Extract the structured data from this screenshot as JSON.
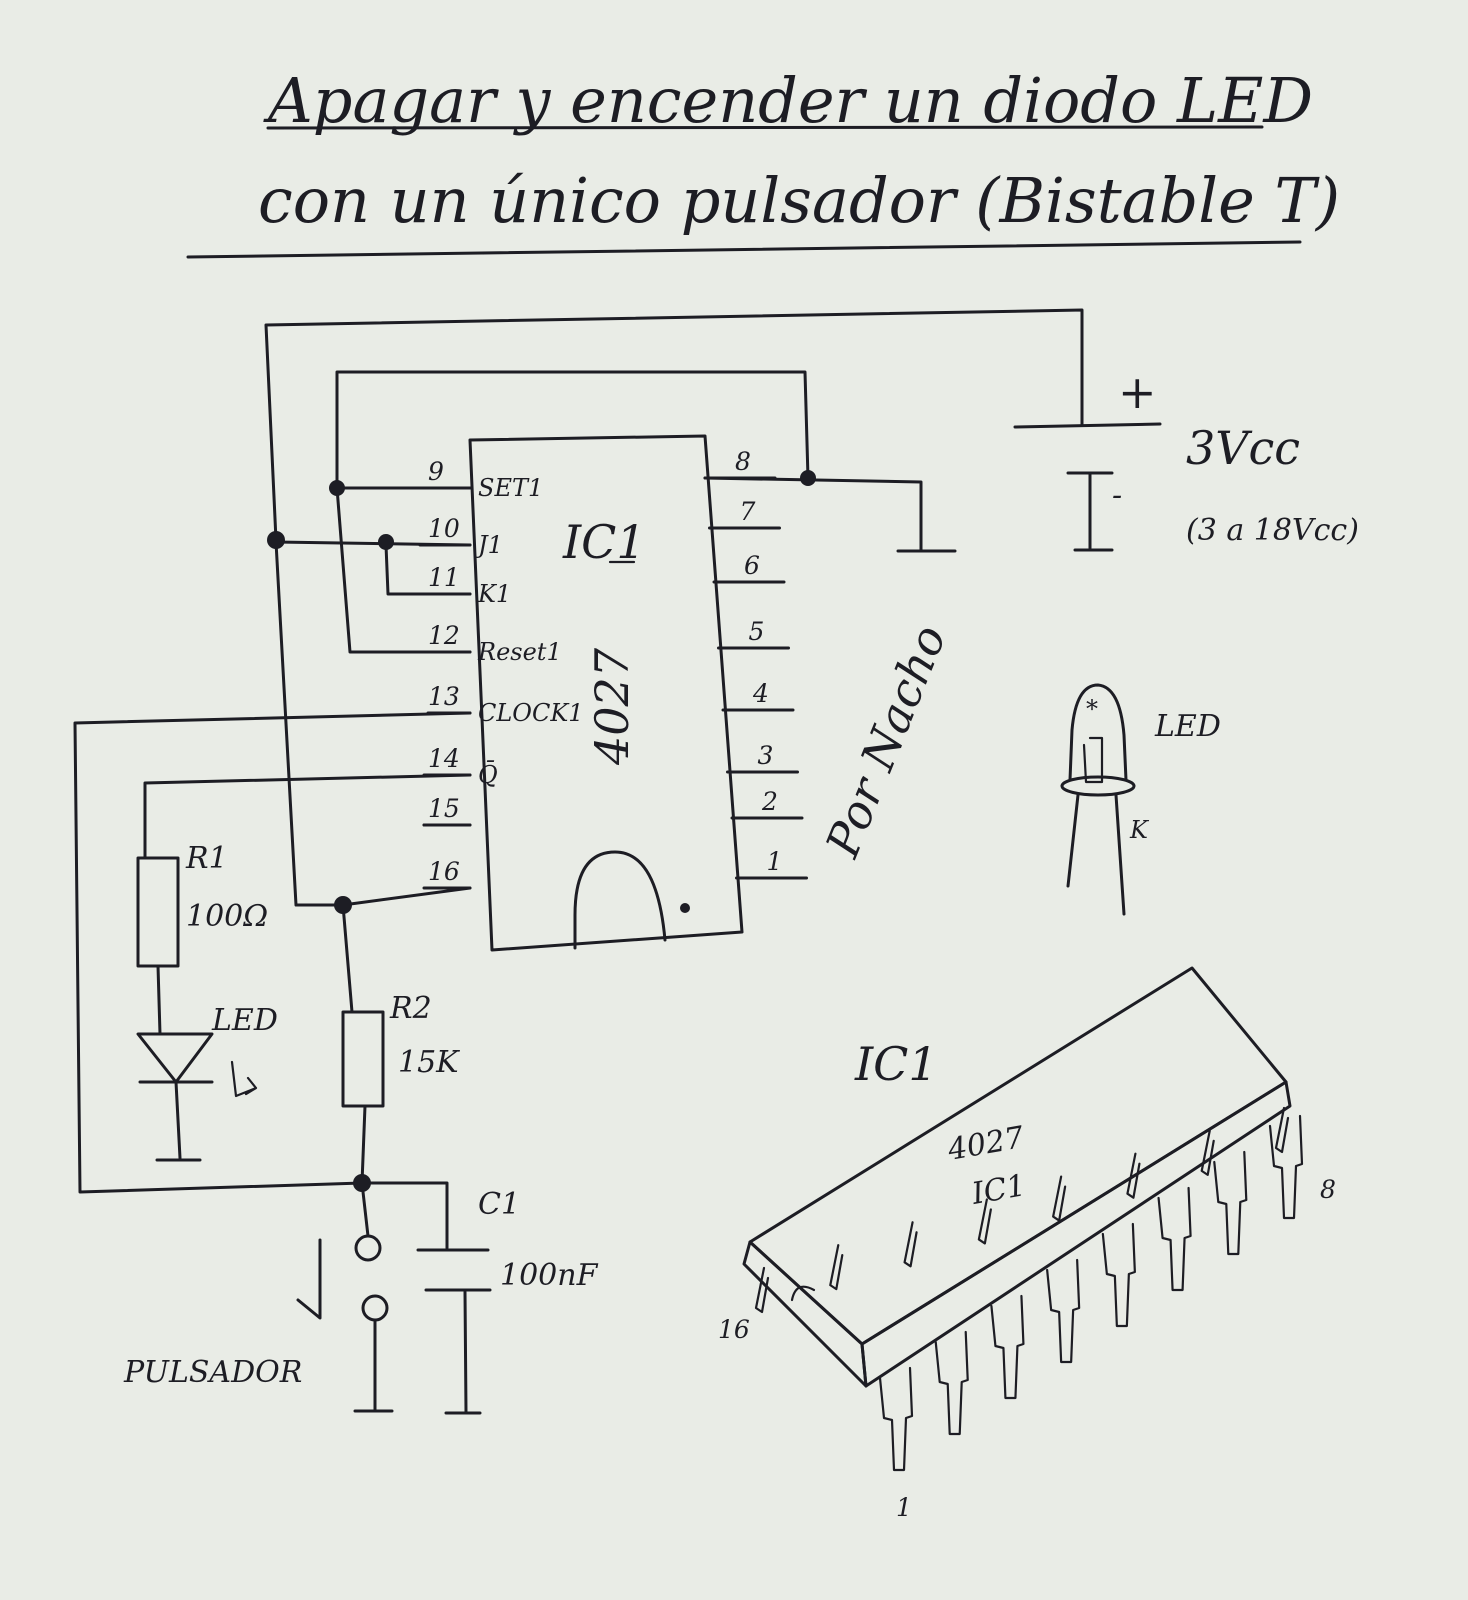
{
  "title": {
    "line1": "Apagar y encender un diodo LED",
    "line2": "con un único pulsador (Bistable T)"
  },
  "ic": {
    "ref": "IC1",
    "part": "4027",
    "left_pins": [
      {
        "num": "9",
        "label": "SET1"
      },
      {
        "num": "10",
        "label": "J1"
      },
      {
        "num": "11",
        "label": "K1"
      },
      {
        "num": "12",
        "label": "Reset1"
      },
      {
        "num": "13",
        "label": "CLOCK1"
      },
      {
        "num": "14",
        "label": "Q̄"
      },
      {
        "num": "15",
        "label": ""
      },
      {
        "num": "16",
        "label": ""
      }
    ],
    "right_pins": [
      "8",
      "7",
      "6",
      "5",
      "4",
      "3",
      "2",
      "1"
    ]
  },
  "supply": {
    "plus": "+",
    "minus": "-",
    "voltage": "3Vcc",
    "range": "(3 a 18Vcc)"
  },
  "components": {
    "r1_ref": "R1",
    "r1_val": "100Ω",
    "r2_ref": "R2",
    "r2_val": "15K",
    "c1_ref": "C1",
    "c1_val": "100nF",
    "led_label": "LED",
    "button_label": "PULSADOR"
  },
  "author": "Por Nacho",
  "led_drawing": {
    "label": "LED",
    "cathode": "K"
  },
  "chip_drawing": {
    "ref_label": "IC1",
    "part": "4027",
    "ref": "IC1",
    "pin_16": "16",
    "pin_8": "8",
    "pin_1": "1"
  }
}
